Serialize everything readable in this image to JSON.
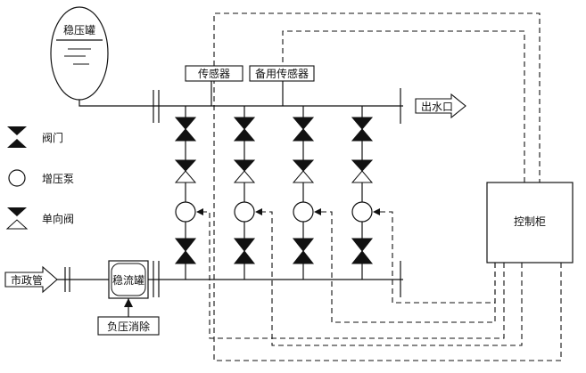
{
  "colors": {
    "line": "#111111",
    "background": "#ffffff"
  },
  "labels": {
    "stabilizer_tank": "稳压罐",
    "sensor": "传感器",
    "backup_sensor": "备用传感器",
    "outlet": "出水口",
    "control_cabinet": "控制柜",
    "municipal_pipe": "市政管",
    "flow_tank": "稳流罐",
    "negative_pressure_elimination": "负压消除"
  },
  "legend": {
    "valve": "阀门",
    "booster_pump": "增压泵",
    "check_valve": "单向阀"
  },
  "icons": {
    "valve": "bowtie-valve-icon",
    "booster_pump": "circle-pump-icon",
    "check_valve": "check-valve-icon"
  },
  "pump_branch_count": 4
}
